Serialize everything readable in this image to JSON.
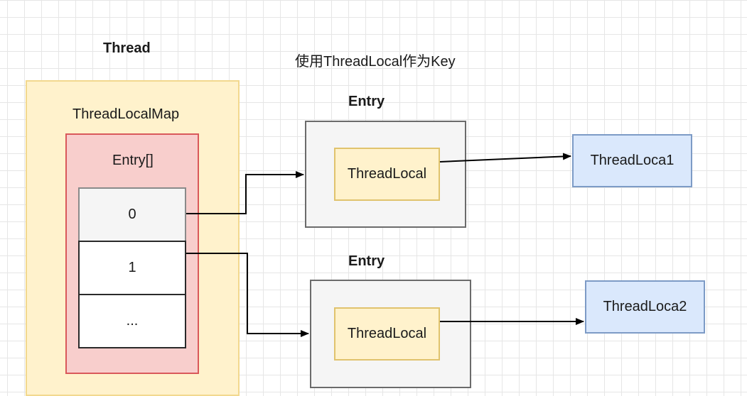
{
  "thread": {
    "title": "Thread",
    "map_label": "ThreadLocalMap",
    "array_label": "Entry[]",
    "slots": [
      "0",
      "1",
      "..."
    ]
  },
  "note": "使用ThreadLocal作为Key",
  "entries": [
    {
      "title": "Entry",
      "key": "ThreadLocal",
      "value": "ThreadLoca1"
    },
    {
      "title": "Entry",
      "key": "ThreadLocal",
      "value": "ThreadLoca2"
    }
  ],
  "colors": {
    "thread_fill": "#fff2cc",
    "map_fill": "#f8cecc",
    "map_border": "#d9595a",
    "entry_fill": "#f5f5f5",
    "value_fill": "#dae8fc",
    "value_border": "#7d9bc6"
  }
}
